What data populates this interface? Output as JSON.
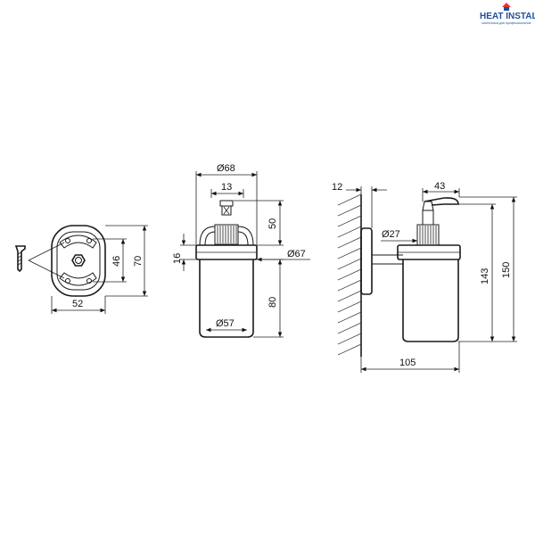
{
  "logo": {
    "brand": "HEAT INSTALL",
    "tagline": "сантехника для профессионалов",
    "colors": {
      "brand": "#1f4e9c",
      "accent": "#e8322b"
    }
  },
  "mount_view": {
    "width_label": "52",
    "height_inner_label": "46",
    "height_outer_label": "70"
  },
  "front_view": {
    "top_diameter": "Ø68",
    "pump_width": "13",
    "pump_height": "50",
    "ring_height": "16",
    "ring_diameter": "Ø67",
    "glass_height": "80",
    "bottom_diameter": "Ø57"
  },
  "side_view": {
    "wall_offset": "12",
    "nozzle_length": "43",
    "holder_diameter": "Ø27",
    "height_inner": "143",
    "height_total": "150",
    "depth": "105"
  }
}
